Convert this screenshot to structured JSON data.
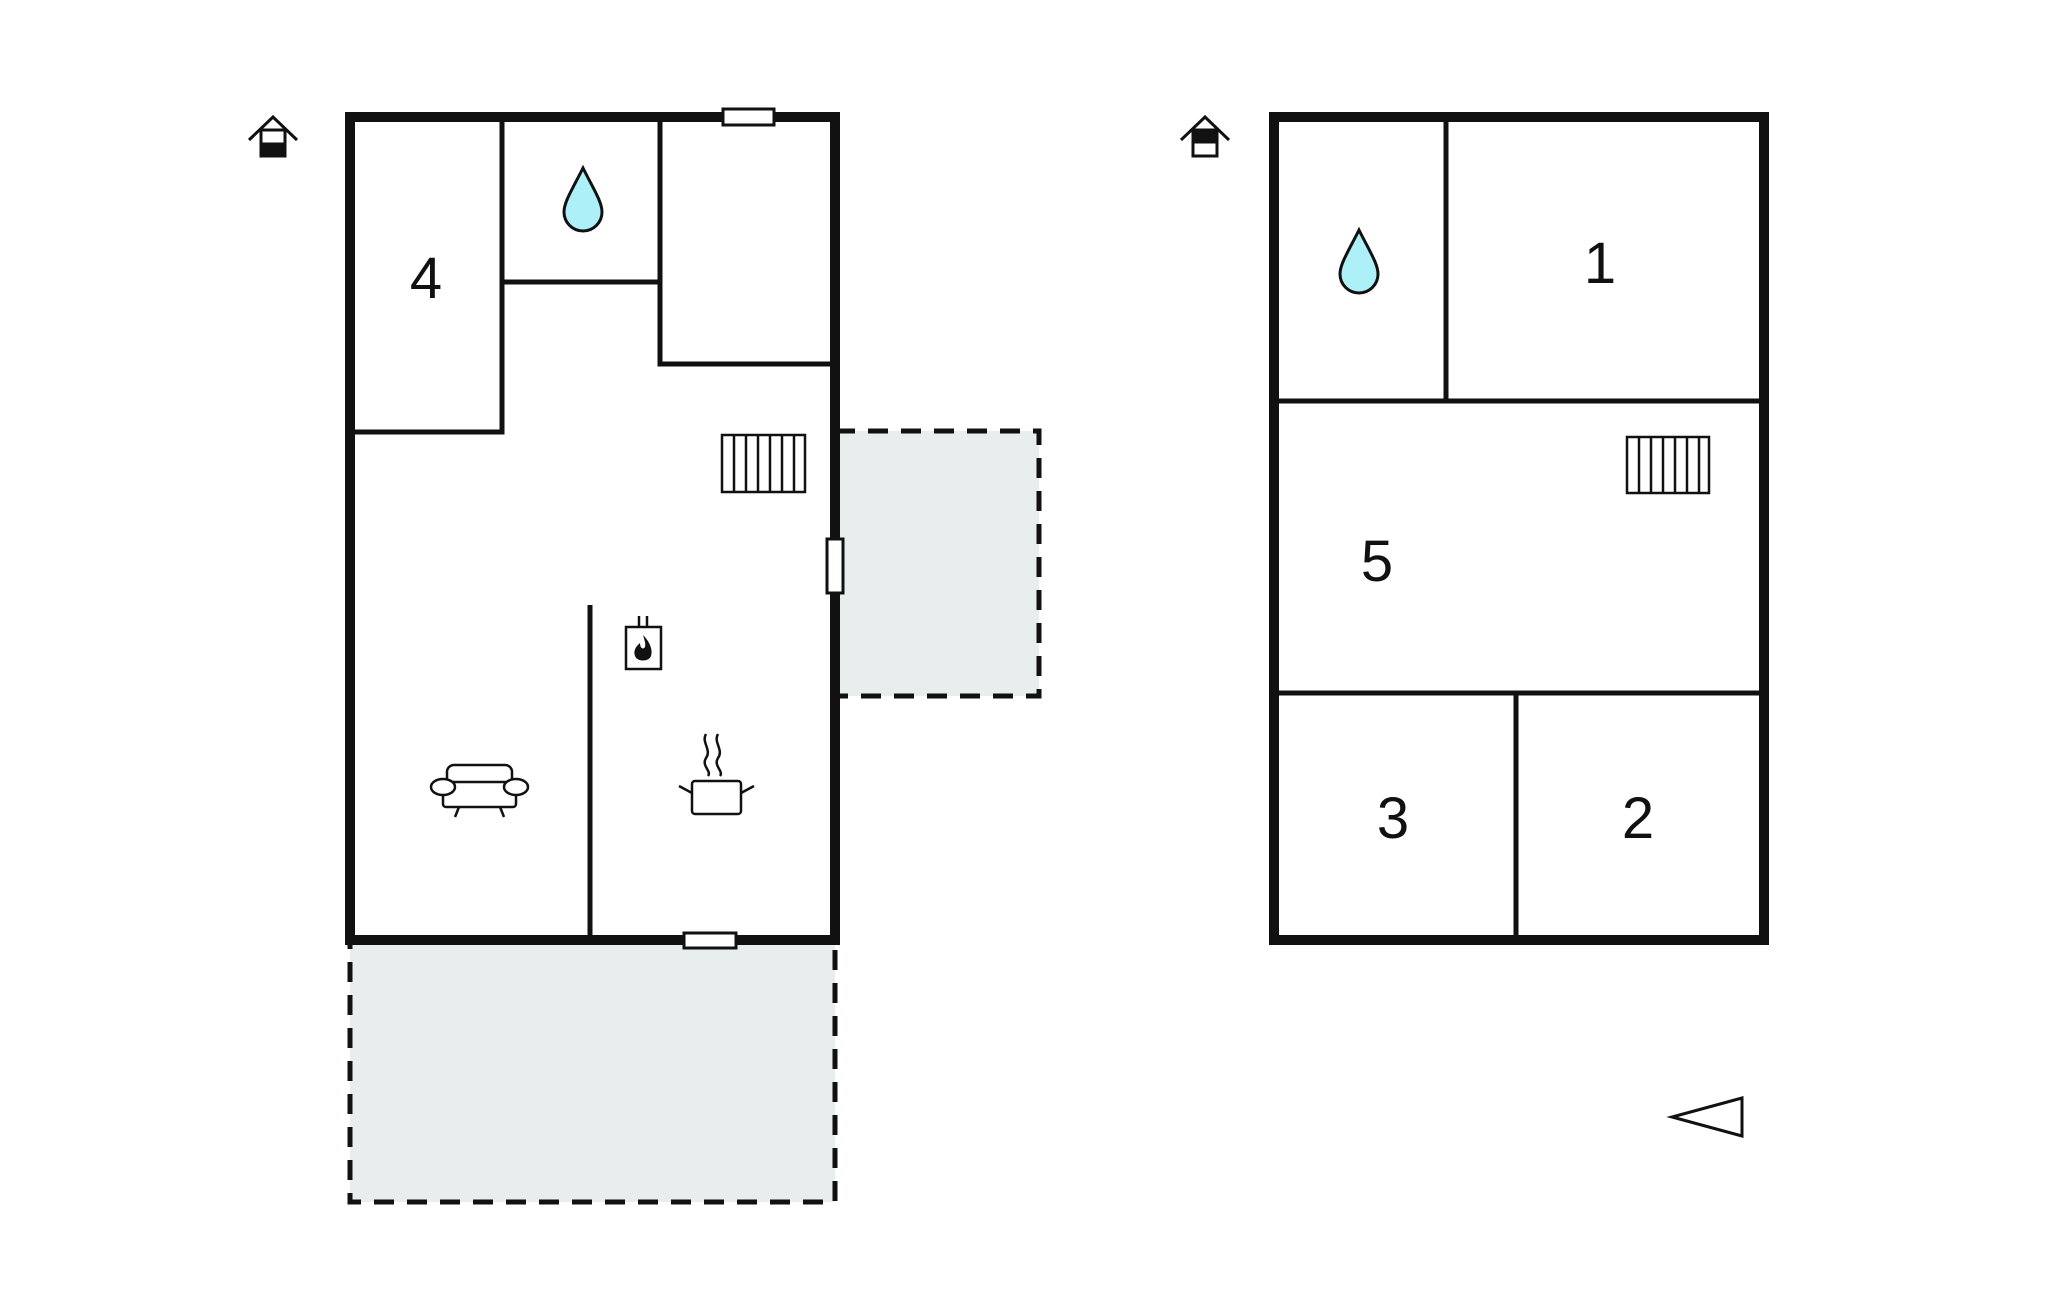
{
  "floors": [
    {
      "name": "ground-floor",
      "room_labels": [
        "4"
      ],
      "icons": [
        "floor-level-icon",
        "bathroom-water-drop-icon",
        "radiator-icon",
        "fireplace-icon",
        "sofa-icon",
        "kitchen-pot-icon"
      ],
      "outdoor_areas": [
        "terrace",
        "terrace"
      ]
    },
    {
      "name": "upper-floor",
      "room_labels": [
        "1",
        "5",
        "3",
        "2"
      ],
      "icons": [
        "floor-level-icon",
        "bathroom-water-drop-icon",
        "radiator-icon"
      ]
    }
  ],
  "orientation_icon": "direction-triangle-icon",
  "colors": {
    "wall": "#111111",
    "water": "#aef0f7",
    "terrace_fill": "#e8eeee"
  }
}
